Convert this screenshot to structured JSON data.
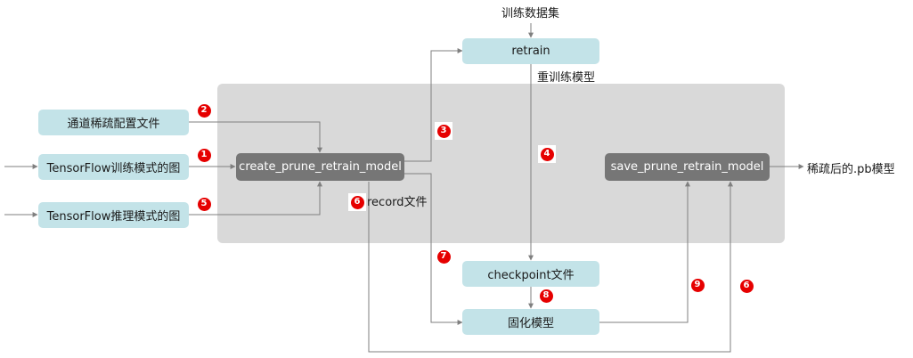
{
  "nodes": {
    "dataset": "训练数据集",
    "retrain": "retrain",
    "retrained_model": "重训练模型",
    "channel_sparse_config": "通道稀疏配置文件",
    "tf_train_graph": "TensorFlow训练模式的图",
    "tf_infer_graph": "TensorFlow推理模式的图",
    "create_model": "create_prune_retrain_model",
    "save_model": "save_prune_retrain_model",
    "sparse_pb": "稀疏后的.pb模型",
    "record_file": "record文件",
    "checkpoint_file": "checkpoint文件",
    "frozen_model": "固化模型"
  },
  "steps": {
    "s1": "1",
    "s2": "2",
    "s3": "3",
    "s4": "4",
    "s5": "5",
    "s6a": "6",
    "s6b": "6",
    "s7": "7",
    "s8": "8",
    "s9": "9"
  },
  "colors": {
    "light_box": "#c3e3e8",
    "dark_box": "#767676",
    "panel": "#d9d9d9",
    "badge": "#e60000",
    "arrow": "#7f7f7f"
  }
}
